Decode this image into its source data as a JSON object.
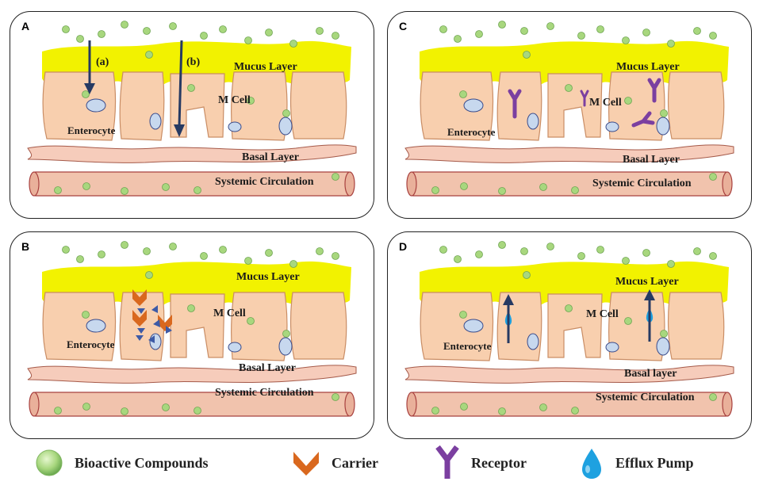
{
  "panels": [
    {
      "id": "A",
      "letter": "A",
      "mucus": "Mucus Layer",
      "mcell": "M Cell",
      "enterocyte": "Enterocyte",
      "basal": "Basal Layer",
      "systemic": "Systemic Circulation",
      "route_a": "(a)",
      "route_b": "(b)"
    },
    {
      "id": "B",
      "letter": "B",
      "mucus": "Mucus Layer",
      "mcell": "M Cell",
      "enterocyte": "Enterocyte",
      "basal": "Basal Layer",
      "systemic": "Systemic Circulation"
    },
    {
      "id": "C",
      "letter": "C",
      "mucus": "Mucus Layer",
      "mcell": "M Cell",
      "enterocyte": "Enterocyte",
      "basal": "Basal Layer",
      "systemic": "Systemic Circulation"
    },
    {
      "id": "D",
      "letter": "D",
      "mucus": "Mucus Layer",
      "mcell": "M Cell",
      "enterocyte": "Enterocyte",
      "basal": "Basal layer",
      "systemic": "Systemic Circulation"
    }
  ],
  "legend": {
    "bioactive": "Bioactive Compounds",
    "carrier": "Carrier",
    "receptor": "Receptor",
    "efflux": "Efflux Pump"
  },
  "colors": {
    "mucus": "#f2f200",
    "cell_fill": "#f8cfae",
    "cell_stroke": "#c98d65",
    "nucleus": "#c7d8ee",
    "nucleus_stroke": "#3a4b8a",
    "compound": "#a8d77e",
    "arrow": "#263a63",
    "carrier": "#d9681e",
    "receptor": "#7b3fa0",
    "efflux": "#1ea1e0",
    "vessel": "#f1c3ad",
    "vessel_stroke": "#a8413f"
  },
  "icons": {
    "bioactive": "green-sphere-icon",
    "carrier": "chevron-carrier-icon",
    "receptor": "y-receptor-icon",
    "efflux": "droplet-efflux-icon"
  }
}
